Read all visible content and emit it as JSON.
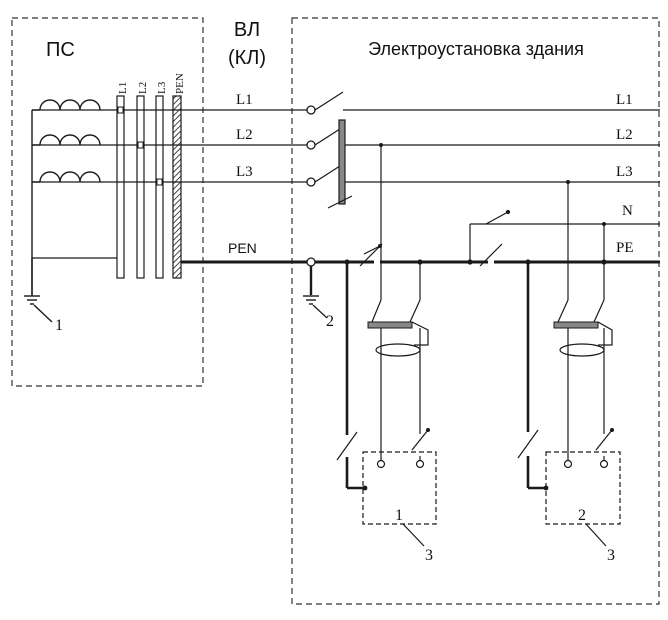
{
  "labels": {
    "substation": "ПС",
    "line_type": "ВЛ",
    "line_type_alt": "(КЛ)",
    "building": "Электроустановка здания",
    "bus_l1": "L1",
    "bus_l2": "L2",
    "bus_l3": "L3",
    "bus_pen": "PEN",
    "line_l1": "L1",
    "line_l2": "L2",
    "line_l3": "L3",
    "line_pen": "PEN",
    "out_l1": "L1",
    "out_l2": "L2",
    "out_l3": "L3",
    "out_n": "N",
    "out_pe": "PE",
    "ground_1": "1",
    "ground_2": "2",
    "load_1": "1",
    "load_2": "2",
    "callout_3a": "3",
    "callout_3b": "3"
  },
  "colors": {
    "line": "#1a1a1a",
    "background": "#ffffff"
  }
}
